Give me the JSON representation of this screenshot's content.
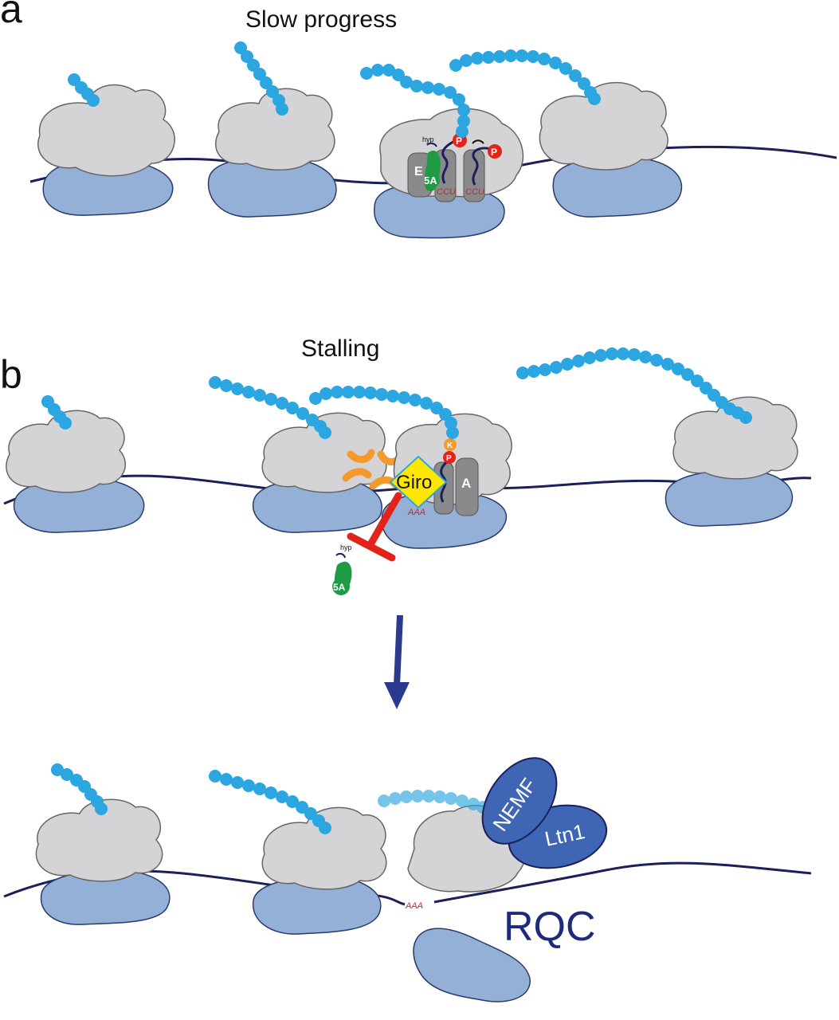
{
  "panels": {
    "a": {
      "letter": "a",
      "title": "Slow progress"
    },
    "b": {
      "letter": "b",
      "title": "Stalling"
    }
  },
  "labels": {
    "e_site": "E",
    "a_site": "A",
    "eif5a": "5A",
    "hyp": "hyp",
    "p_site": "P",
    "k_site": "K",
    "ccu": "CCU",
    "giro": "Giro",
    "aaa": "AAA",
    "nemf": "NEMF",
    "ltn1": "Ltn1",
    "rqc": "RQC"
  },
  "colors": {
    "mrna": "#1b1f5a",
    "large_subunit": "#d4d4d6",
    "small_subunit": "#94b0d6",
    "peptide": "#2ca6e0",
    "eif5a": "#1f9a45",
    "p_marker": "#e2231a",
    "k_marker": "#f39a2c",
    "giro": "#ffe600",
    "inhibition": "#e2231a",
    "arrow": "#2a3a8f",
    "rqc_protein": "#3e66b4"
  }
}
